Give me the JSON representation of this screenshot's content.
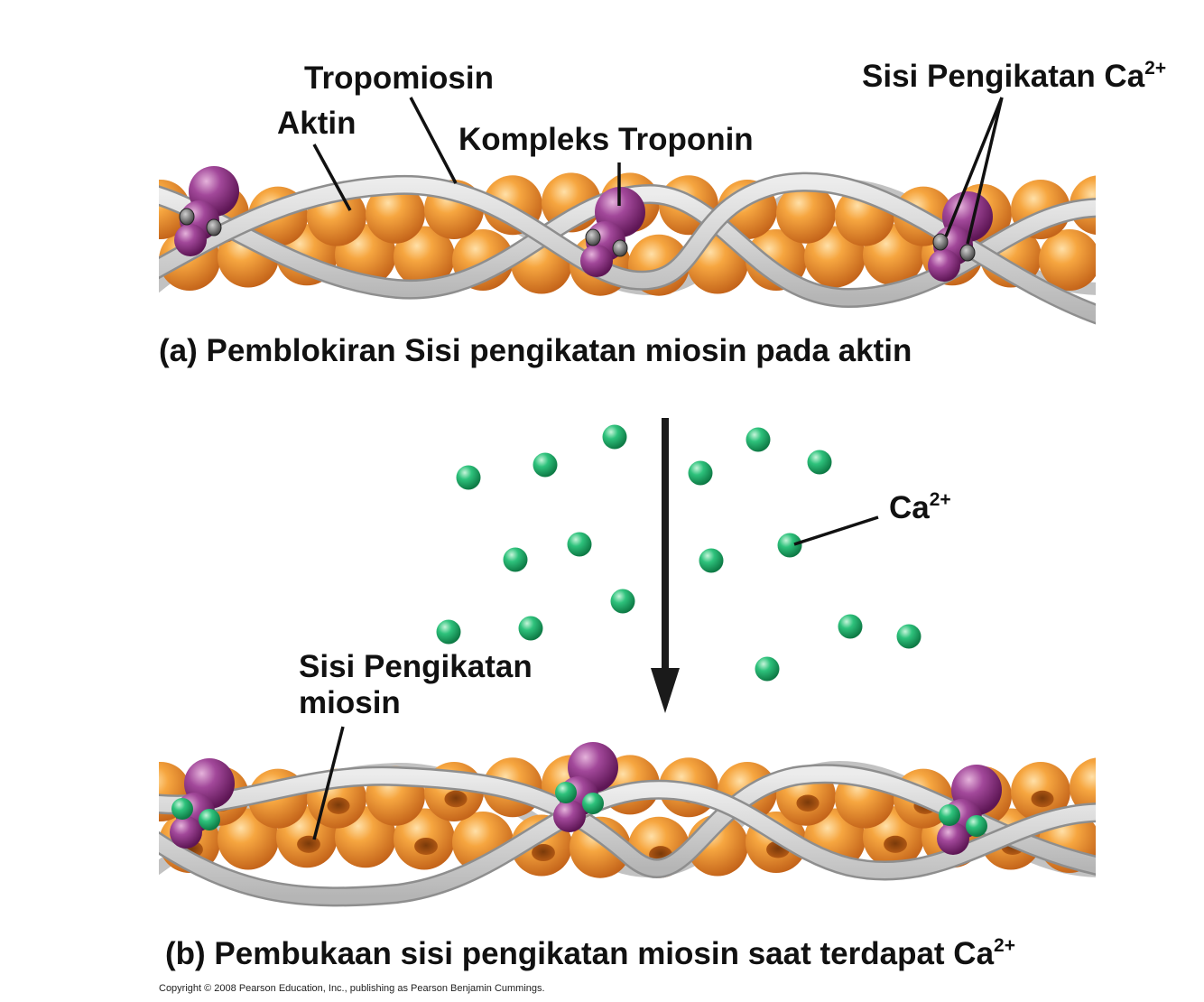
{
  "labels": {
    "tropomyosin": "Tropomiosin",
    "actin": "Aktin",
    "troponin_complex": "Kompleks Troponin",
    "ca_binding_sites_base": "Sisi Pengikatan Ca",
    "ca_binding_sites_sup": "2+",
    "ca_ion_base": "Ca",
    "ca_ion_sup": "2+",
    "myosin_binding_sites_line1": "Sisi Pengikatan",
    "myosin_binding_sites_line2": "miosin"
  },
  "captions": {
    "a": "(a) Pemblokiran Sisi pengikatan miosin pada aktin",
    "b_base": "(b) Pembukaan sisi pengikatan miosin saat terdapat Ca",
    "b_sup": "2+"
  },
  "copyright": "Copyright © 2008 Pearson Education, Inc., publishing as Pearson Benjamin Cummings.",
  "colors": {
    "actin": "#F39A2E",
    "actin_dark": "#C0661A",
    "tropomyosin": "#C9C9C9",
    "troponin": "#8E2F7E",
    "calcium": "#23B26B",
    "arrow": "#1a1a1a"
  }
}
